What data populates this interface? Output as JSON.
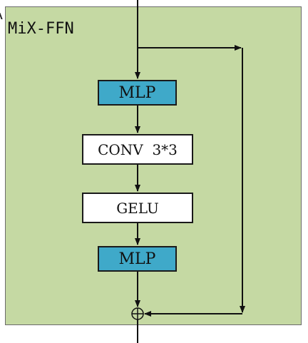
{
  "diagram": {
    "title": "MiX-FFN",
    "blocks": [
      {
        "id": "mlp-1",
        "label": "MLP",
        "kind": "mlp"
      },
      {
        "id": "conv",
        "label": "CONV  3*3",
        "kind": "plain"
      },
      {
        "id": "gelu",
        "label": "GELU",
        "kind": "plain"
      },
      {
        "id": "mlp-2",
        "label": "MLP",
        "kind": "mlp"
      }
    ],
    "sum_symbol": "⊕"
  },
  "colors": {
    "panel_background": "#c5d9a3",
    "mlp_fill": "#3fa9c9",
    "plain_fill": "#ffffff",
    "line": "#111111"
  }
}
